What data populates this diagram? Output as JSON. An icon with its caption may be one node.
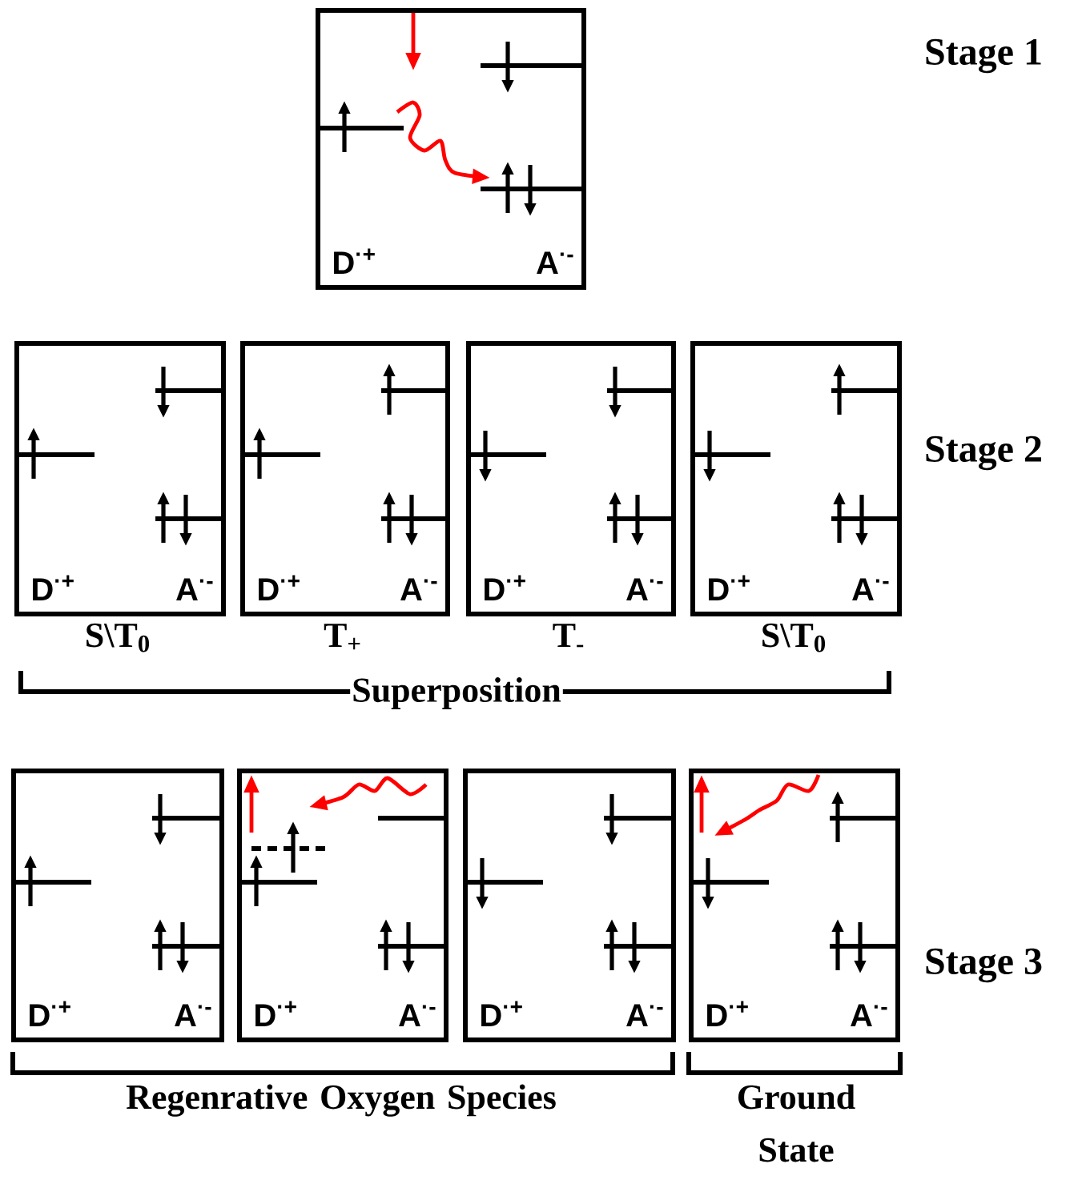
{
  "diagram": {
    "nodes": [
      {
        "text": [
          "D$^{·+}$",
          "A$^{·-}$"
        ]
      },
      {
        "text": [
          "D$^{·+}$",
          "A$^{·-}$"
        ],
        "beside": [
          "S\\T$_{0}$"
        ]
      },
      {
        "text": [
          "D$^{·+}$",
          "A$^{·-}$"
        ],
        "beside": [
          "T$_{+}$"
        ]
      },
      {
        "text": [
          "D$^{·+}$",
          "A$^{·-}$"
        ],
        "beside": [
          "T$_{-}$"
        ]
      },
      {
        "text": [
          "D$^{·+}$",
          "A$^{·-}$"
        ],
        "beside": [
          "S\\T$_{0}$"
        ]
      },
      {
        "text": [
          "D$^{·+}$",
          "A$^{·-}$"
        ]
      },
      {
        "text": [
          "D$^{·+}$",
          "A$^{·-}$"
        ]
      },
      {
        "text": [
          "D$^{·+}$",
          "A$^{·-}$"
        ]
      },
      {
        "text": [
          "D$^{·+}$",
          "A$^{·-}$"
        ]
      }
    ],
    "labels": [
      "Stage 1",
      "Stage 2",
      "Superposition",
      "Stage 3",
      "Regenrative Oxygen Species",
      "Ground State"
    ]
  }
}
